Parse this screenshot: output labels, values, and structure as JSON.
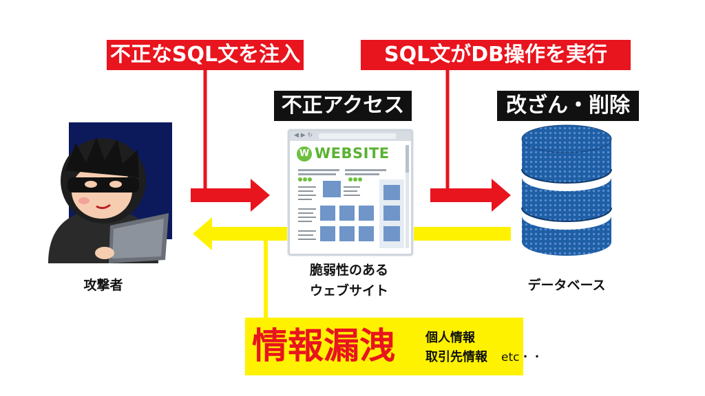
{
  "labels": {
    "inject_sql": "不正なSQL文を注入",
    "db_operation": "SQL文がDB操作を実行",
    "unauthorized_access": "不正アクセス",
    "tamper_delete": "改ざん・削除"
  },
  "nodes": {
    "attacker": "攻撃者",
    "website_line1": "脆弱性のある",
    "website_line2": "ウェブサイト",
    "database": "データベース"
  },
  "website_logo_text": "WEBSITE",
  "leak": {
    "title": "情報漏洩",
    "item1": "個人情報",
    "item2": "取引先情報",
    "etc": "etc・・"
  },
  "colors": {
    "red": "#e8141e",
    "yellow": "#fff200",
    "db_blue": "#1f5fa6",
    "navy": "#0c1a5c"
  }
}
